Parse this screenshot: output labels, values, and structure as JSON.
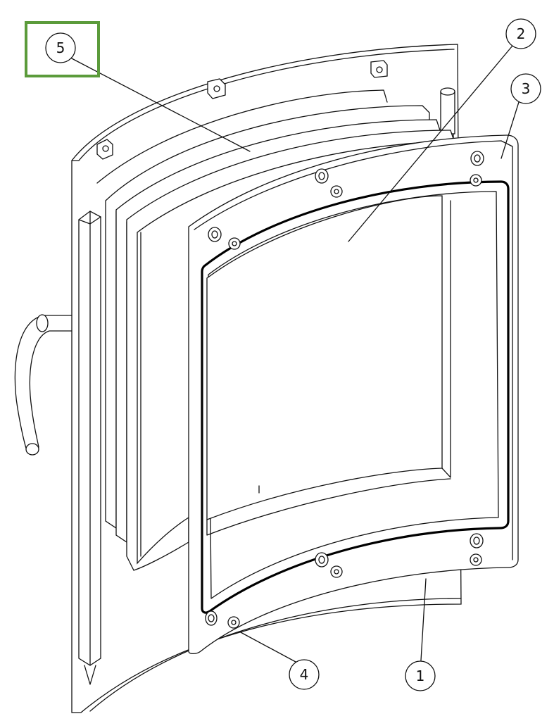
{
  "drawing": {
    "balloons": [
      {
        "id": "balloon-5",
        "label": "5"
      },
      {
        "id": "balloon-2",
        "label": "2"
      },
      {
        "id": "balloon-3",
        "label": "3"
      },
      {
        "id": "balloon-4",
        "label": "4"
      },
      {
        "id": "balloon-1",
        "label": "1"
      }
    ],
    "highlight_color": "#5b9b3b",
    "highlighted_balloon": "5"
  }
}
